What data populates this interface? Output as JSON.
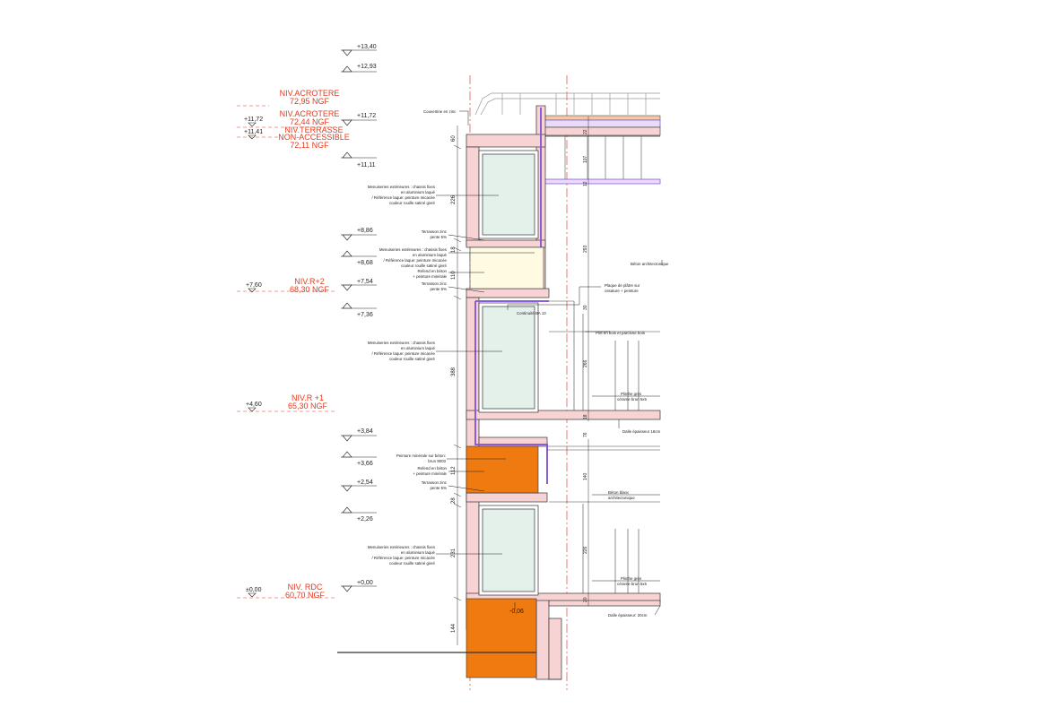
{
  "colors": {
    "red_level": "#e53a1e",
    "wall_pink": "#f8d3d3",
    "insulation_purple": "#8a5cd6",
    "glass_green": "#e3f1ea",
    "orange_paint": "#ef7a10",
    "beige_panel": "#fffbe3",
    "axis_red": "#e05a5a"
  },
  "red_levels": [
    {
      "label": "NIV.ACROTERE",
      "ngf": "72,95 NGF"
    },
    {
      "label": "NIV.ACROTERE",
      "ngf": "72,44 NGF"
    },
    {
      "label": "NIV.TERRASSE",
      "label2": "NON-ACCESSIBLE",
      "ngf": "72,11 NGF"
    },
    {
      "label": "NIV.R+2",
      "ngf": "68,30 NGF"
    },
    {
      "label": "NIV.R +1",
      "ngf": "65,30 NGF"
    },
    {
      "label": "NIV. RDC",
      "ngf": "60,70 NGF"
    }
  ],
  "left_elevations": [
    "+11,72",
    "+11,41",
    "+7,60",
    "+4,60",
    "±0,00"
  ],
  "elevations": [
    "+13,40",
    "+12,93",
    "+11,72",
    "+11,11",
    "+8,86",
    "+8,68",
    "+7,54",
    "+7,36",
    "+3,84",
    "+3,66",
    "+2,54",
    "+2,26",
    "+0,00"
  ],
  "notes": {
    "couvertine": "Couvertine en zinc",
    "menuiseries": [
      "Menuiseries extérieures : chassis fixes",
      "en aluminium laqué",
      "/ Référence laque: peinture micacée",
      "couleur rouille satiné givré"
    ],
    "terrasson": [
      "Terrasson zinc",
      "pente 5%"
    ],
    "refend_minerale": [
      "Refend en béton",
      "+ peinture minérale"
    ],
    "beton_archi": "Béton architectonique",
    "plaque_platre": [
      "Plaque de plâtre sur",
      "ossature + peinture"
    ],
    "continuite": "Continuité BA 13",
    "plot_bois": "Plot en bois et parclose bois",
    "plinthe": [
      "Plinthe grès",
      "cérame brun 5x5"
    ],
    "dalle18": "Dalle épaisseur 18cm",
    "peinture_beton": [
      "Peinture minérale sur béton:",
      "brun 9003"
    ],
    "beton_blanc": [
      "Béton blanc",
      "architectonique"
    ],
    "dalle20": "Dalle épaisseur: 20cm",
    "level_low": "-0,06"
  },
  "dims": {
    "d60": "60",
    "d226": "226",
    "d18a": "18",
    "d110": "110",
    "d388": "388",
    "d112": "112",
    "d28": "28",
    "d231": "231",
    "d144": "144",
    "r22": "22",
    "r107": "107",
    "r12": "12",
    "r293": "293",
    "r30": "30",
    "r266": "266",
    "r18": "18",
    "r76": "76",
    "r140": "140",
    "r226": "226",
    "r20": "20"
  }
}
